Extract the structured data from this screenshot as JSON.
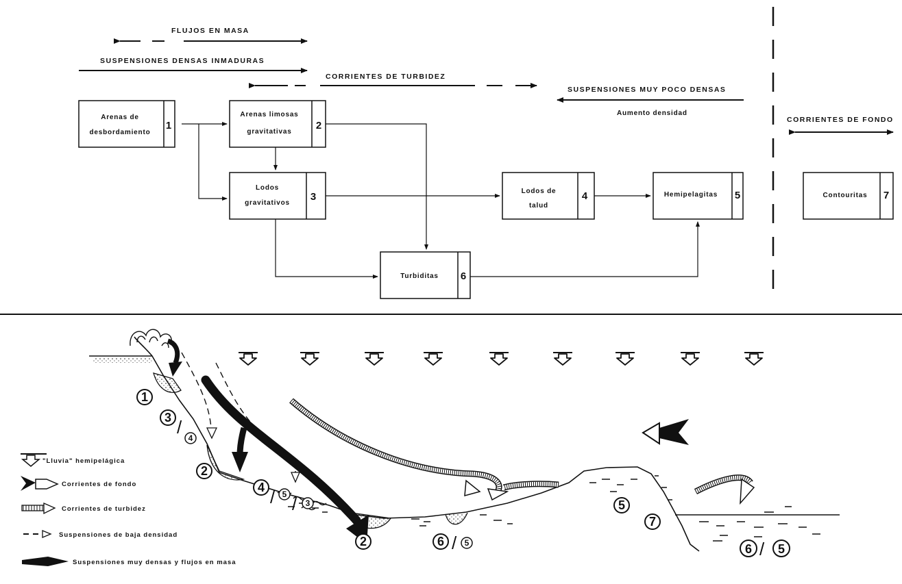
{
  "header": {
    "flujos_en_masa": "FLUJOS EN MASA",
    "suspensiones_densas": "SUSPENSIONES DENSAS INMADURAS",
    "corrientes_turbidez": "CORRIENTES DE TURBIDEZ",
    "suspensiones_poco_densas": "SUSPENSIONES MUY POCO DENSAS",
    "aumento_densidad": "Aumento densidad",
    "corrientes_fondo": "CORRIENTES DE FONDO"
  },
  "boxes": [
    {
      "line1": "Arenas de",
      "line2": "desbordamiento",
      "num": "1"
    },
    {
      "line1": "Arenas limosas",
      "line2": "gravitativas",
      "num": "2"
    },
    {
      "line1": "Lodos",
      "line2": "gravitativos",
      "num": "3"
    },
    {
      "line1": "Lodos de",
      "line2": "talud",
      "num": "4"
    },
    {
      "line1": "Hemipelagitas",
      "line2": "",
      "num": "5"
    },
    {
      "line1": "Turbiditas",
      "line2": "",
      "num": "6"
    },
    {
      "line1": "Contouritas",
      "line2": "",
      "num": "7"
    }
  ],
  "legend": [
    {
      "label": "\"Lluvia\" hemipelágica",
      "icon": "rain-arrow-icon"
    },
    {
      "label": "Corrientes de fondo",
      "icon": "bottom-current-icon"
    },
    {
      "label": "Corrientes de turbidez",
      "icon": "turbidity-arrow-icon"
    },
    {
      "label": "Suspensiones de baja densidad",
      "icon": "dashed-arrow-icon"
    },
    {
      "label": "Suspensiones muy densas y flujos en masa",
      "icon": "bold-arrow-icon"
    }
  ],
  "profile_labels": {
    "c1": "1",
    "c3": "3",
    "c4a": "4",
    "c2a": "2",
    "c4b": "4",
    "c5a": "5",
    "c3b": "3",
    "c2b": "2",
    "c6a": "6",
    "c5b": "5",
    "c5c": "5",
    "c7": "7",
    "c6b": "6",
    "c5d": "5"
  }
}
